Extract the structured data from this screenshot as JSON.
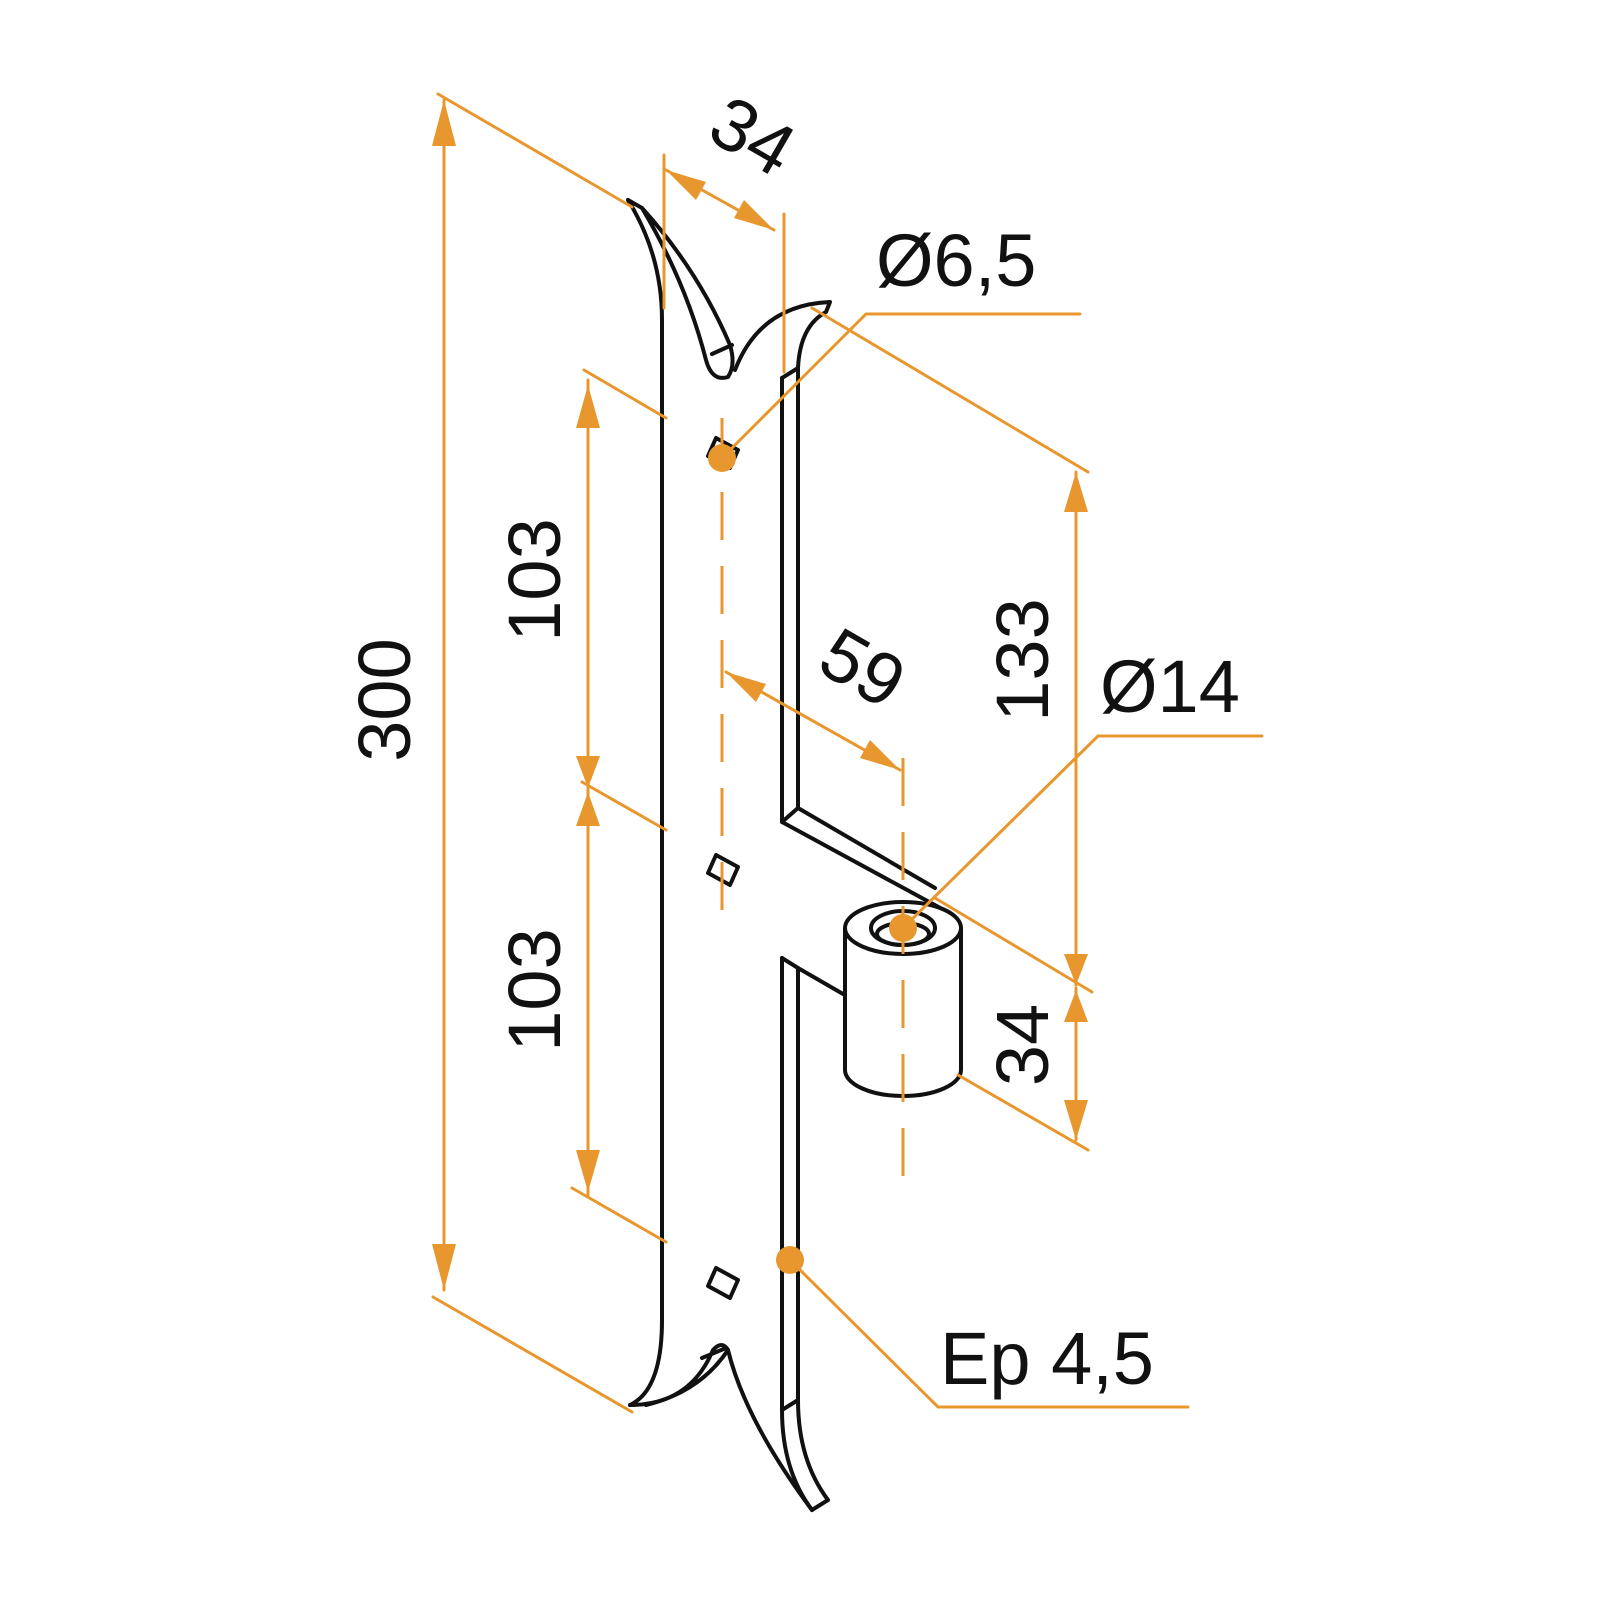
{
  "colors": {
    "accent": "#E8972E",
    "line": "#111111",
    "background": "#ffffff"
  },
  "dimensions": {
    "overall_length": "300",
    "hole_spacing_upper": "103",
    "hole_spacing_lower": "103",
    "strap_width_top": "34",
    "hole_diameter": "Ø6,5",
    "hinge_offset": "59",
    "hinge_height": "133",
    "pin_diameter": "Ø14",
    "knuckle_length": "34",
    "thickness": "Ep 4,5"
  }
}
